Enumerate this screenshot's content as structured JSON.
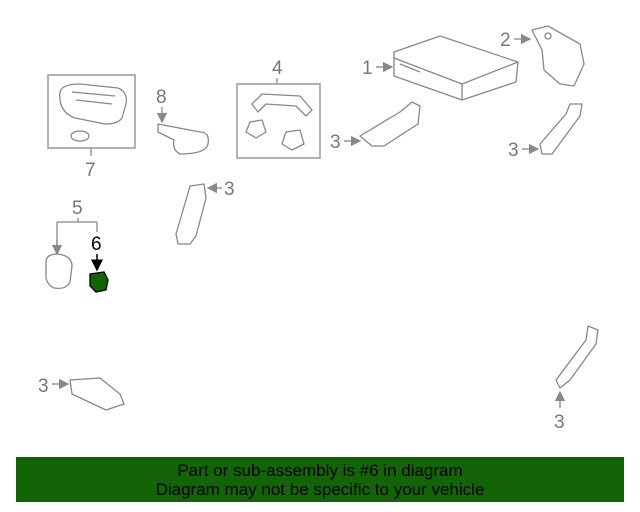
{
  "diagram": {
    "callouts": [
      "1",
      "2",
      "3",
      "4",
      "5",
      "6",
      "7",
      "8"
    ],
    "highlighted_part": "6",
    "highlight_color": "#136307",
    "line_color": "#888888"
  },
  "banner": {
    "line1": "Part or sub-assembly is #6 in diagram",
    "line2": "Diagram may not be specific to your vehicle",
    "background": "#136307"
  }
}
